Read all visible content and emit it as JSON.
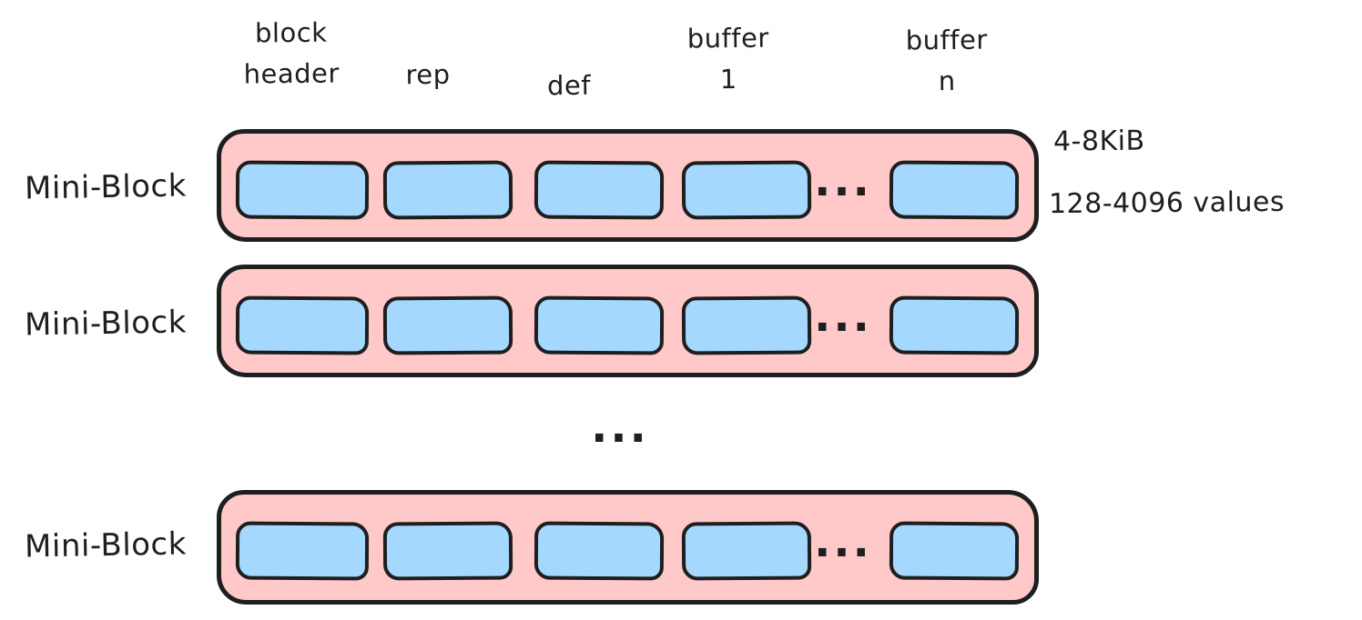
{
  "colors": {
    "stroke": "#1e1e1e",
    "block-fill": "#ffc9c9",
    "cell-fill": "#a5d8ff",
    "bg": "#ffffff"
  },
  "column_headers": {
    "block_header": "block\nheader",
    "rep": "rep",
    "def": "def",
    "buffer_1": "buffer\n1",
    "buffer_n": "buffer\nn"
  },
  "rows": [
    {
      "label": "Mini-Block",
      "ellipsis": "..."
    },
    {
      "label": "Mini-Block",
      "ellipsis": "..."
    },
    {
      "label": "Mini-Block",
      "ellipsis": "..."
    }
  ],
  "between_rows_ellipsis": "...",
  "annotations": {
    "size": "4-8KiB",
    "values": "128-4096 values"
  }
}
